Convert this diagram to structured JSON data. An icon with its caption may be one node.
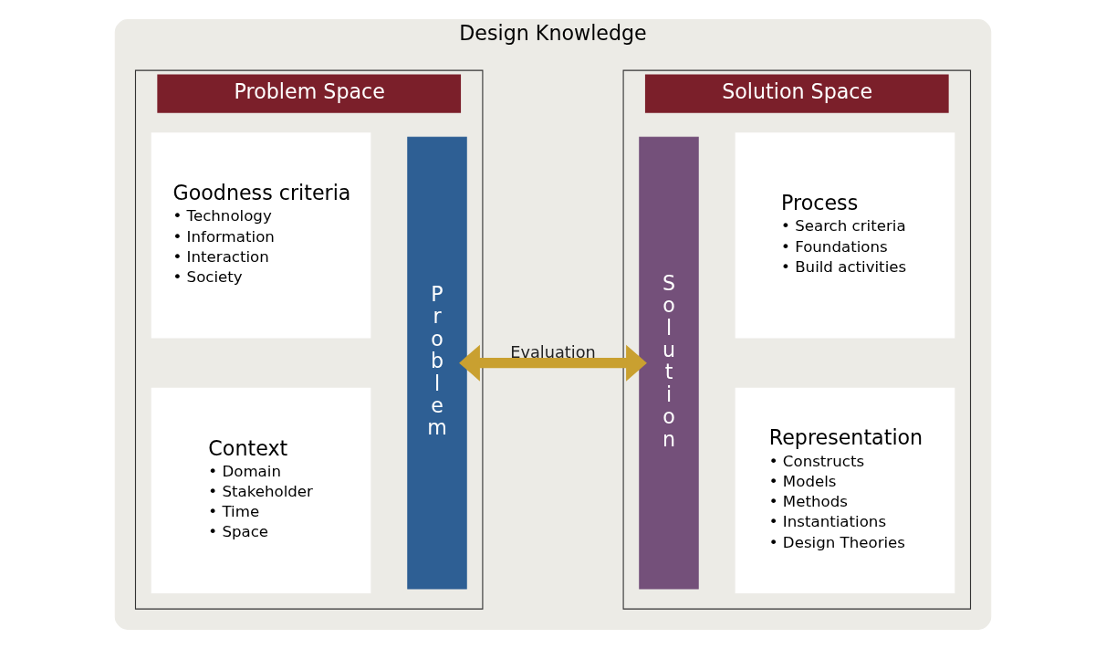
{
  "diagram": {
    "nodes": [
      {
        "text": [
          "Design Knowledge"
        ]
      },
      {
        "text": [
          "Problem Space"
        ],
        "in": 0
      },
      {
        "text": [
          "Context",
          "• Domain",
          "• Stakeholder",
          "• Time",
          "• Space"
        ],
        "in": 1
      },
      {
        "text": [
          "Goodness criteria",
          "• Technology",
          "• Information",
          "• Interaction",
          "• Society"
        ],
        "in": 1
      },
      {
        "text": [
          "Problem"
        ],
        "in": 1
      },
      {
        "text": [
          "Solution Space"
        ],
        "in": 0
      },
      {
        "text": [
          "Solution"
        ],
        "in": 5
      },
      {
        "text": [
          "Representation",
          "• Constructs",
          "• Models",
          "• Methods",
          "• Instantiations",
          "• Design Theories"
        ],
        "in": 5
      },
      {
        "text": [
          "Process",
          "• Search criteria",
          "• Foundations",
          "• Build activities"
        ],
        "in": 5
      }
    ],
    "edges": [
      {
        "from": 4,
        "to": 6,
        "arrow": "both",
        "label": "Evaluation",
        "color": "#c9a030"
      }
    ]
  }
}
